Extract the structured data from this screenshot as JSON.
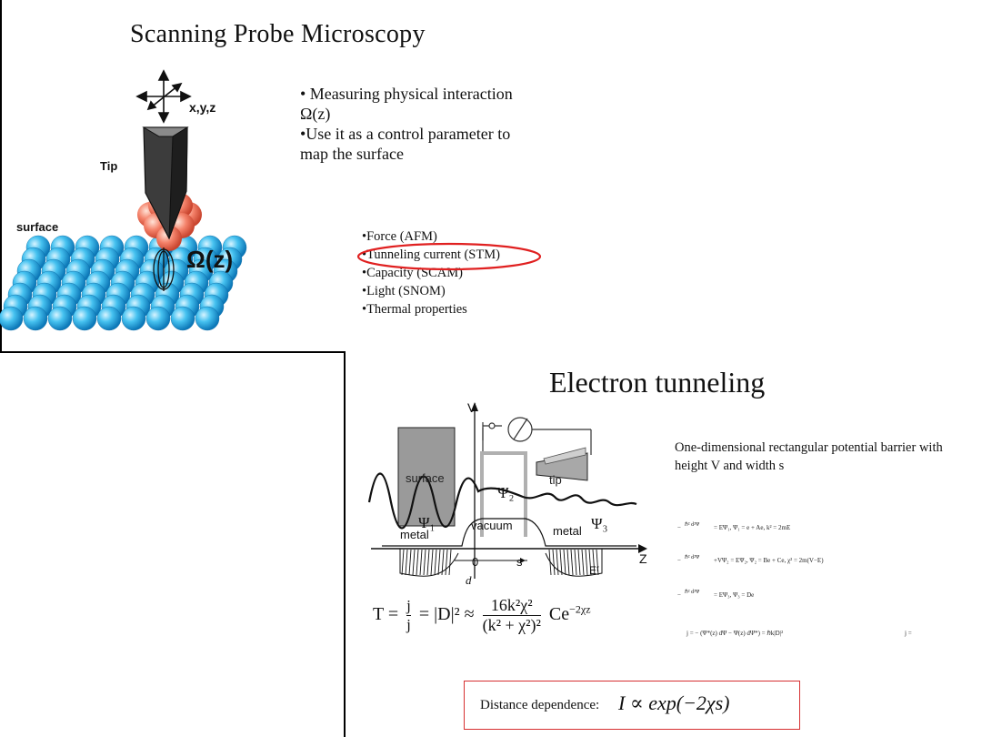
{
  "slide1": {
    "title": "Scanning Probe Microscopy",
    "axes_label": "x,y,z",
    "tip_label": "Tip",
    "surface_label": "surface",
    "omega_label": "Ω(z)",
    "bullets": [
      "• Measuring physical interaction",
      "Ω(z)",
      "•Use it as a control parameter to",
      "map the surface"
    ],
    "interactions": [
      "•Force (AFM)",
      "•Tunneling current (STM)",
      "•Capacity (SCAM)",
      "•Light (SNOM)",
      "•Thermal properties"
    ],
    "highlight_color": "#e02020"
  },
  "slide2": {
    "title": "Electron tunneling",
    "description": "One-dimensional rectangular potential barrier with height V and width s",
    "diagram": {
      "v_label": "V",
      "surface_label": "surface",
      "tip_label": "tip",
      "psi1": "Ψ₁",
      "psi2": "Ψ₂",
      "psi3": "Ψ₃",
      "metal_left": "metal",
      "metal_right": "metal",
      "vacuum": "vacuum",
      "zero": "0",
      "s": "s",
      "d": "d",
      "z": "Z",
      "ef": "Eᶠ"
    },
    "transfer_equation": {
      "lhs": "T =",
      "ratio_num": "j",
      "ratio_den": "j",
      "d_sq": "= |D|² ≈",
      "num": "16k²χ²",
      "den": "(k² + χ²)²",
      "tail": "Ce",
      "exp": "−2χz"
    },
    "distance_label": "Distance dependence:",
    "distance_equation": "I ∝ exp(−2χs)",
    "box_color": "#d63031"
  }
}
